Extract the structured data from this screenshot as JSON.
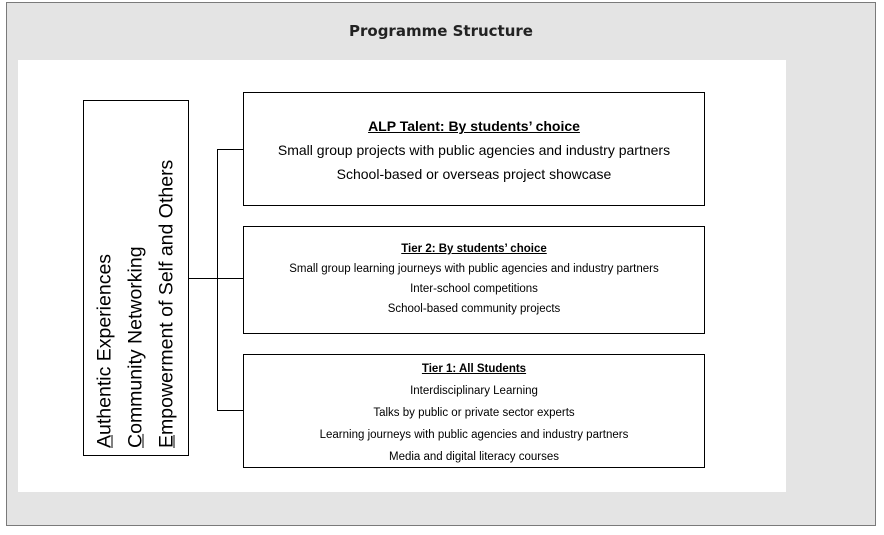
{
  "page": {
    "title": "Programme Structure"
  },
  "diagram": {
    "vertical_label": {
      "lines": [
        {
          "initial": "A",
          "rest": "uthentic Experiences"
        },
        {
          "initial": "C",
          "rest": "ommunity Networking"
        },
        {
          "initial": "E",
          "rest": "mpowerment of Self and Others"
        }
      ]
    },
    "boxes": [
      {
        "title": "ALP Talent: By students’ choice",
        "items": [
          "Small group projects with public agencies and industry partners",
          "School-based or overseas project showcase"
        ]
      },
      {
        "title": "Tier 2: By students’ choice",
        "items": [
          "Small group learning journeys with public agencies and industry partners",
          "Inter-school competitions",
          "School-based community projects"
        ]
      },
      {
        "title": "Tier 1: All Students",
        "items": [
          "Interdisciplinary Learning",
          "Talks by public or private sector experts",
          "Learning journeys with public agencies and industry partners",
          "Media and digital literacy courses"
        ]
      }
    ]
  }
}
